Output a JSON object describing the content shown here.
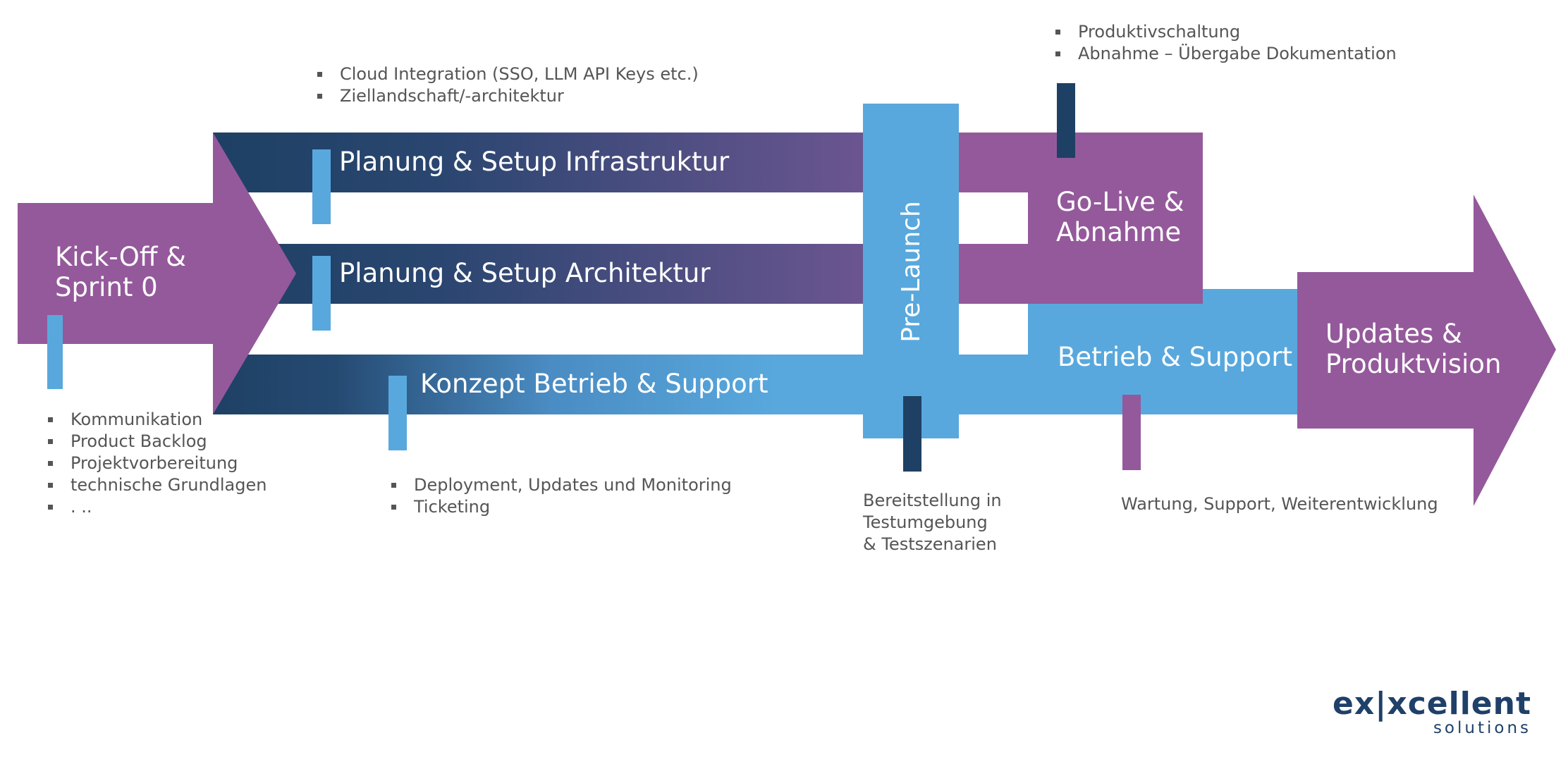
{
  "colors": {
    "purple": "#94599b",
    "navy": "#1e4064",
    "light_blue": "#58a8dd",
    "text_grey": "#555555"
  },
  "phases": {
    "kickoff": "Kick-Off &\nSprint 0",
    "infra": "Planung & Setup Infrastruktur",
    "arch": "Planung & Setup Architektur",
    "konzept": "Konzept Betrieb & Support",
    "prelaunch": "Pre-Launch",
    "golive": "Go-Live &\nAbnahme",
    "betrieb": "Betrieb & Support",
    "updates": "Updates &\nProduktvision"
  },
  "notes": {
    "kickoff": [
      "Kommunikation",
      "Product Backlog",
      "Projektvorbereitung",
      "technische Grundlagen",
      ". .."
    ],
    "infra": [
      "Cloud Integration (SSO, LLM API Keys etc.)",
      "Ziellandschaft/-architektur"
    ],
    "konzept": [
      "Deployment, Updates und Monitoring",
      "Ticketing"
    ],
    "golive": [
      "Produktivschaltung",
      "Abnahme – Übergabe Dokumentation"
    ],
    "prelaunch": "Bereitstellung in\nTestumgebung\n& Testszenarien",
    "betrieb": "Wartung, Support, Weiterentwicklung"
  },
  "logo": {
    "main": "ex|xcellent",
    "sub": "solutions"
  }
}
